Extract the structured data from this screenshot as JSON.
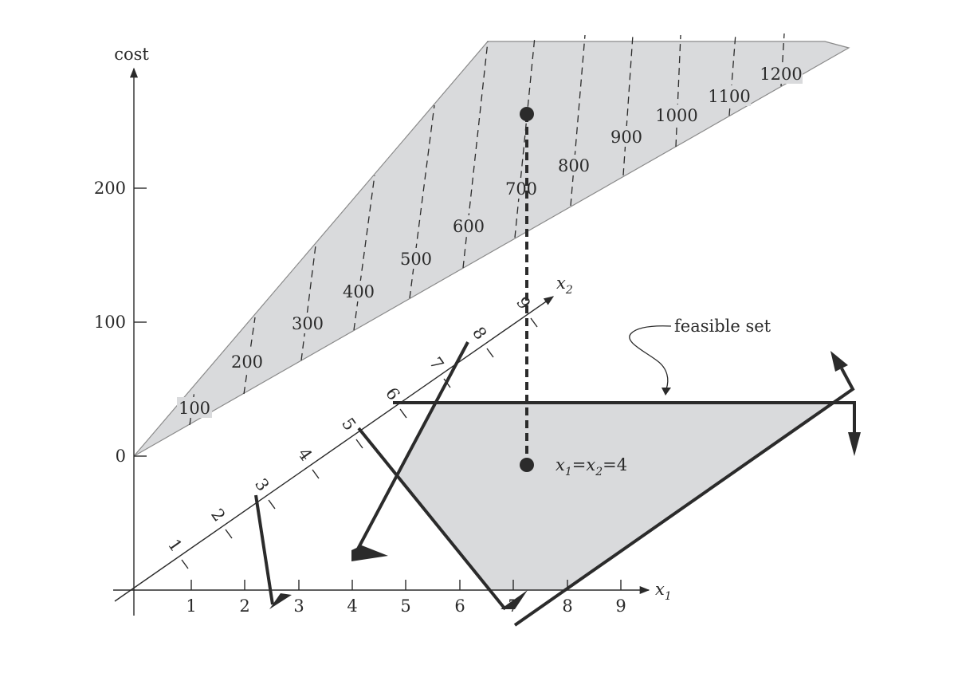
{
  "axes": {
    "cost_label": "cost",
    "x1_label": "x",
    "x1_sub": "1",
    "x2_label": "x",
    "x2_sub": "2"
  },
  "cost_ticks": [
    "0",
    "100",
    "200"
  ],
  "x1_ticks": [
    "1",
    "2",
    "3",
    "4",
    "5",
    "6",
    "7",
    "8",
    "9"
  ],
  "x2_ticks": [
    "1",
    "2",
    "3",
    "4",
    "5",
    "6",
    "7",
    "8",
    "9"
  ],
  "cost_lines": [
    "100",
    "200",
    "300",
    "400",
    "500",
    "600",
    "700",
    "800",
    "900",
    "1000",
    "1100",
    "1200"
  ],
  "feasible_label": "feasible set",
  "solution": {
    "v1": "x",
    "s1": "1",
    "eq1": "=",
    "v2": "x",
    "s2": "2",
    "eq2": "=",
    "value": "4"
  },
  "colors": {
    "ink": "#2a2a2a",
    "shade": "#d9dadc",
    "heavy": "#2b2b2b"
  }
}
